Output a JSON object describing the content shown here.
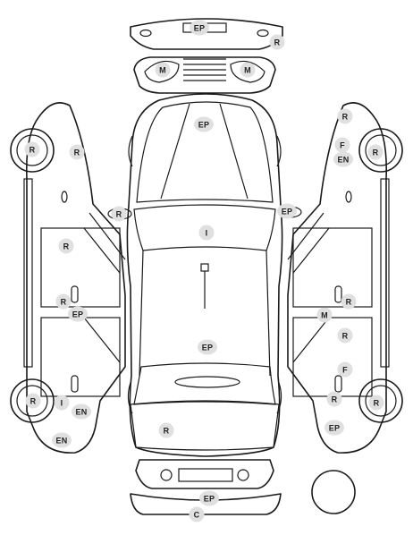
{
  "badges": {
    "trunk_top": "EP",
    "trunk_top_r": "R",
    "tail_m_left": "M",
    "tail_m_right": "M",
    "rear_glass": "EP",
    "l_wheel_rear": "R",
    "l_panel_rear": "R",
    "l_mirror": "R",
    "l_door_rear": "R",
    "l_handle_rear": "R",
    "l_pillar": "EP",
    "l_wheel_front": "R",
    "l_front_i": "I",
    "l_front_en": "EN",
    "l_fender_en": "EN",
    "roof": "I",
    "hood": "EP",
    "front": "R",
    "front_bumper_ep": "EP",
    "front_bumper_c": "C",
    "r_mirror": "EP",
    "r_panel_rear": "R",
    "r_rear_f": "F",
    "r_rear_en": "EN",
    "r_wheel_rear": "R",
    "r_handle_rear": "R",
    "r_pillar": "M",
    "r_door_front": "R",
    "r_door_f": "F",
    "r_handle_front": "R",
    "r_wheel_front": "R",
    "r_fender_ep": "EP"
  }
}
